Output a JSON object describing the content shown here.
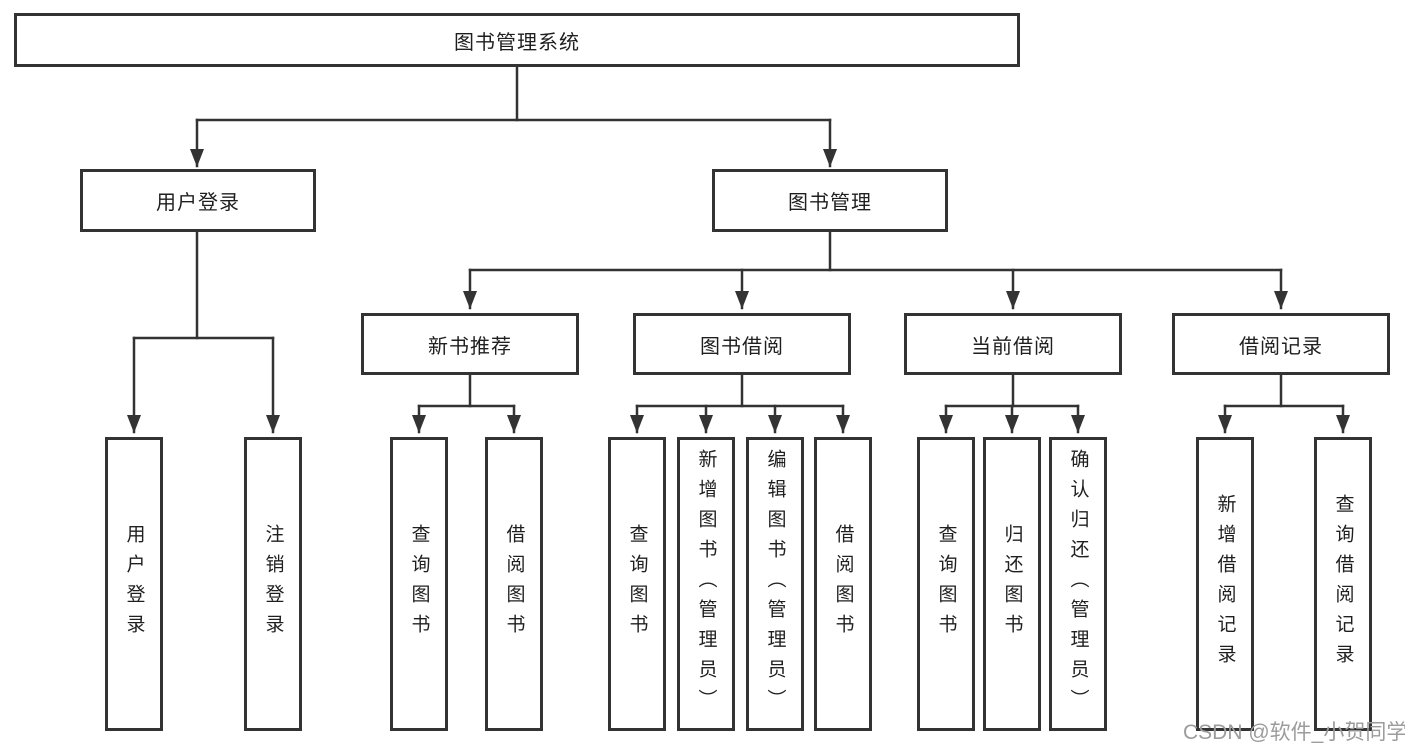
{
  "tree": {
    "root": {
      "label": "图书管理系统",
      "children": [
        {
          "label": "用户登录",
          "children": [
            {
              "label": "用户登录"
            },
            {
              "label": "注销登录"
            }
          ]
        },
        {
          "label": "图书管理",
          "children": [
            {
              "label": "新书推荐",
              "children": [
                {
                  "label": "查询图书"
                },
                {
                  "label": "借阅图书"
                }
              ]
            },
            {
              "label": "图书借阅",
              "children": [
                {
                  "label": "查询图书"
                },
                {
                  "label": "新增图书（管理员）"
                },
                {
                  "label": "编辑图书（管理员）"
                },
                {
                  "label": "借阅图书"
                }
              ]
            },
            {
              "label": "当前借阅",
              "children": [
                {
                  "label": "查询图书"
                },
                {
                  "label": "归还图书"
                },
                {
                  "label": "确认归还（管理员）"
                }
              ]
            },
            {
              "label": "借阅记录",
              "children": [
                {
                  "label": "新增借阅记录"
                },
                {
                  "label": "查询借阅记录"
                }
              ]
            }
          ]
        }
      ]
    }
  },
  "watermark": {
    "text": "CSDN @软件_小贺同学"
  },
  "colors": {
    "line": "#333333",
    "box_border": "#333333",
    "text": "#1f1f1f",
    "watermark": "#9c9c9c",
    "background": "#ffffff"
  }
}
